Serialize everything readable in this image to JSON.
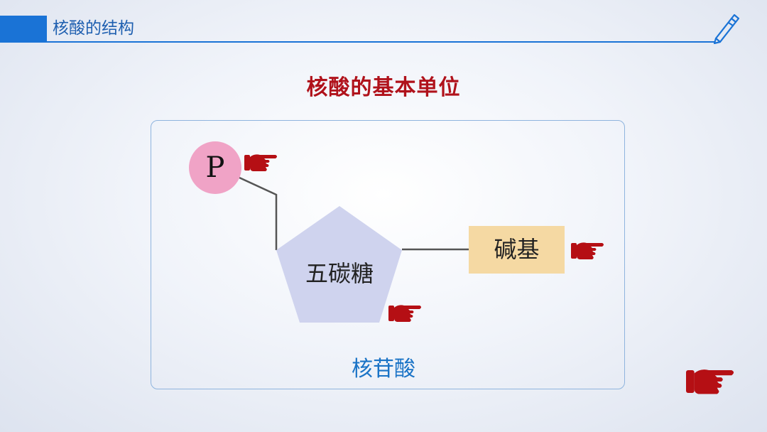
{
  "header": {
    "title": "核酸的结构"
  },
  "slide": {
    "title": "核酸的基本单位"
  },
  "diagram": {
    "phosphate_label": "P",
    "sugar_label": "五碳糖",
    "base_label": "碱基",
    "nucleoside_label": "核苷酸"
  },
  "colors": {
    "accent": "#1a73d6",
    "title_red": "#b0121b",
    "phosphate_fill": "#f0a3c6",
    "sugar_fill": "#cfd3ee",
    "base_fill": "#f5d9a3",
    "nucleoside_text": "#1a73c6",
    "pointer": "#b50f14"
  },
  "icons": {
    "header": "pen-icon",
    "pointer": "pointing-hand-icon"
  }
}
